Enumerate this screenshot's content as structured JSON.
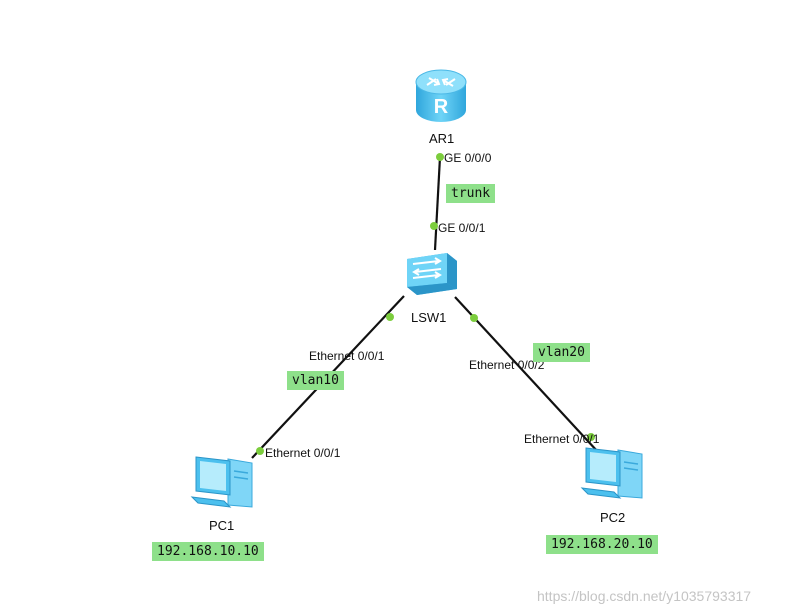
{
  "devices": {
    "router": {
      "name": "AR1",
      "icon": "router-icon",
      "color": "#54c6f2"
    },
    "switch": {
      "name": "LSW1",
      "icon": "switch-icon",
      "color": "#54c6f2"
    },
    "pc1": {
      "name": "PC1",
      "icon": "pc-icon",
      "ip": "192.168.10.10"
    },
    "pc2": {
      "name": "PC2",
      "icon": "pc-icon",
      "ip": "192.168.20.10"
    }
  },
  "links": {
    "ar_sw": {
      "port_router": "GE 0/0/0",
      "port_switch": "GE 0/0/1",
      "tag": "trunk"
    },
    "sw_pc1": {
      "port_switch": "Ethernet 0/0/1",
      "port_pc": "Ethernet 0/0/1",
      "tag": "vlan10"
    },
    "sw_pc2": {
      "port_switch": "Ethernet 0/0/2",
      "port_pc": "Ethernet 0/0/1",
      "tag": "vlan20"
    }
  },
  "colors": {
    "tag_background": "#8ee08a",
    "port_dot": "#7ccd3d",
    "link": "#111111"
  },
  "watermark": "https://blog.csdn.net/y1035793317"
}
